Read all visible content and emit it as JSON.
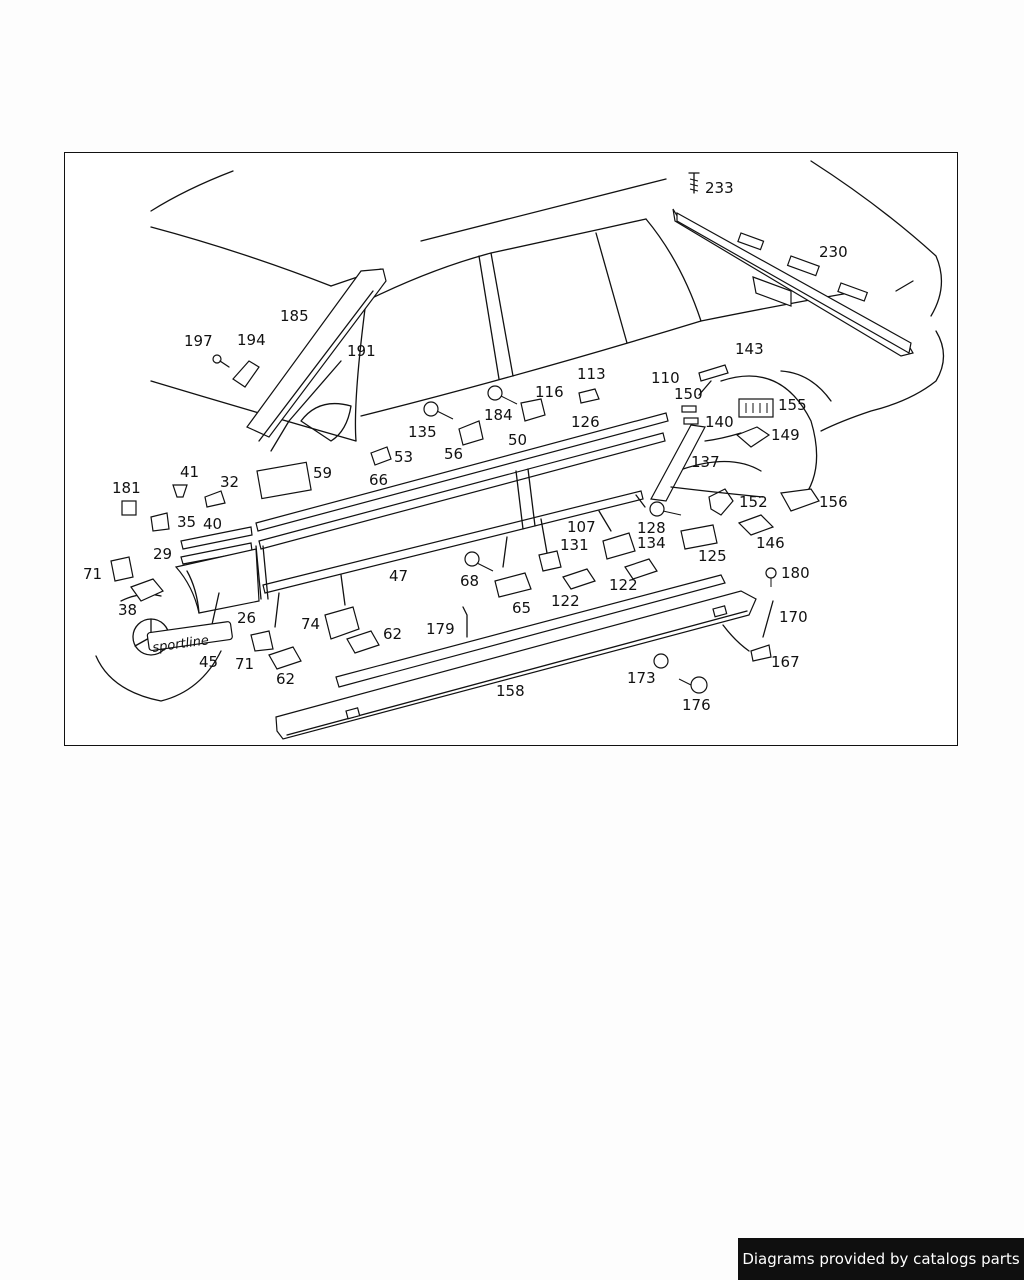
{
  "emblem_text": "sportline",
  "footer": {
    "credit": "Diagrams provided by catalogs parts"
  },
  "callouts": {
    "c233": "233",
    "c230": "230",
    "c185": "185",
    "c191": "191",
    "c197": "197",
    "c194": "194",
    "c143": "143",
    "c110": "110",
    "c150": "150",
    "c113": "113",
    "c116": "116",
    "c184": "184",
    "c155": "155",
    "c135": "135",
    "c126": "126",
    "c140": "140",
    "c149": "149",
    "c50": "50",
    "c56": "56",
    "c53": "53",
    "c137": "137",
    "c41": "41",
    "c32": "32",
    "c59": "59",
    "c66": "66",
    "c181": "181",
    "c152": "152",
    "c156": "156",
    "c35": "35",
    "c40": "40",
    "c107": "107",
    "c128": "128",
    "c131": "131",
    "c134": "134",
    "c125": "125",
    "c146": "146",
    "c29": "29",
    "c71a": "71",
    "c47": "47",
    "c68": "68",
    "c122a": "122",
    "c122b": "122",
    "c180": "180",
    "c38": "38",
    "c65": "65",
    "c26": "26",
    "c170": "170",
    "c74": "74",
    "c179": "179",
    "c62a": "62",
    "c71b": "71",
    "c45": "45",
    "c167": "167",
    "c62b": "62",
    "c173": "173",
    "c158": "158",
    "c176": "176"
  }
}
